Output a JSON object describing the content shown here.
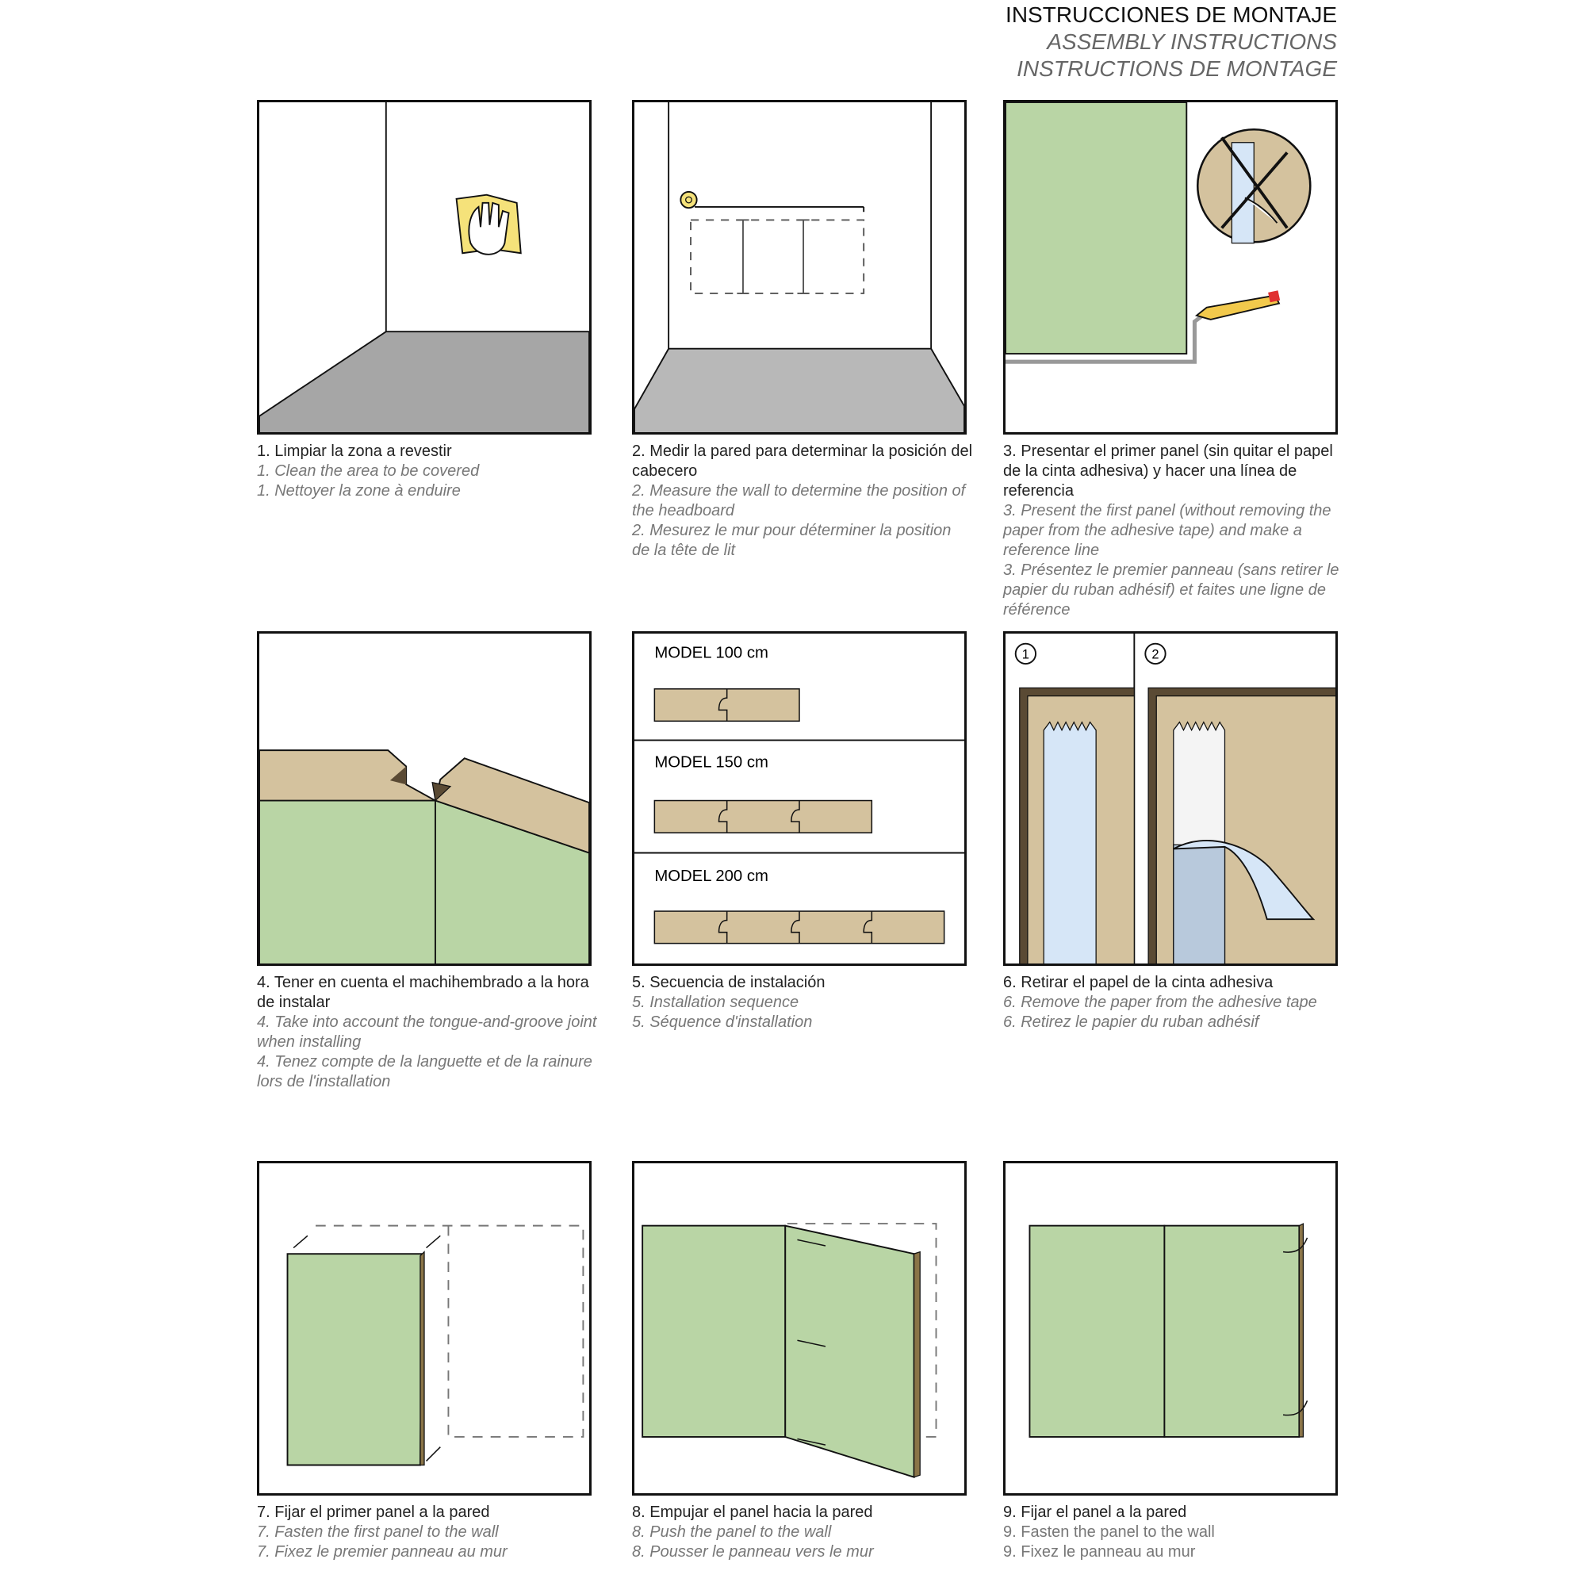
{
  "header": {
    "title_es": "INSTRUCCIONES DE MONTAJE",
    "title_en": "ASSEMBLY INSTRUCTIONS",
    "title_fr": "INSTRUCTIONS DE MONTAGE"
  },
  "colors": {
    "green": "#b9d5a5",
    "tan": "#d4c29e",
    "floor_dark": "#a6a6a6",
    "floor_light": "#b8b8b8",
    "yellow": "#f5e27a",
    "tape_blue": "#d6e6f7"
  },
  "steps": [
    {
      "es": "1. Limpiar la zona a revestir",
      "en": "1. Clean the area to be covered",
      "fr": "1. Nettoyer la zone à enduire"
    },
    {
      "es": "2. Medir la pared para determinar la posición del cabecero",
      "en": "2. Measure the wall to determine the position of the headboard",
      "fr": "2. Mesurez le mur pour déterminer la position de la tête de lit"
    },
    {
      "es": "3. Presentar el primer panel (sin quitar el papel de la cinta adhesiva) y hacer una línea de referencia",
      "en": "3. Present the first panel (without removing the paper from the adhesive tape) and make a reference line",
      "fr": "3. Présentez le premier panneau (sans retirer le papier du ruban adhésif) et faites une ligne de référence"
    },
    {
      "es": "4. Tener en cuenta el machihembrado a la hora de instalar",
      "en": "4. Take into account the tongue-and-groove joint when installing",
      "fr": "4. Tenez compte de la languette et de la rainure lors de l'installation"
    },
    {
      "es": "5. Secuencia de instalación",
      "en": "5. Installation sequence",
      "fr": "5. Séquence d'installation"
    },
    {
      "es": "6. Retirar el papel de la cinta adhesiva",
      "en": "6. Remove the paper from the adhesive tape",
      "fr": "6. Retirez le papier du ruban adhésif"
    },
    {
      "es": "7. Fijar el primer panel a la pared",
      "en": "7. Fasten the first panel to the wall",
      "fr": "7. Fixez le premier panneau au mur"
    },
    {
      "es": "8. Empujar el panel hacia la pared",
      "en": "8. Push the panel to the wall",
      "fr": "8. Pousser le panneau vers le mur"
    },
    {
      "es": "9. Fijar el panel a la pared",
      "en": "9. Fasten the panel to the wall",
      "fr": "9. Fixez le panneau au mur"
    }
  ],
  "models": [
    "MODEL 100 cm",
    "MODEL 150 cm",
    "MODEL 200 cm"
  ],
  "sub_steps": [
    "1",
    "2"
  ]
}
